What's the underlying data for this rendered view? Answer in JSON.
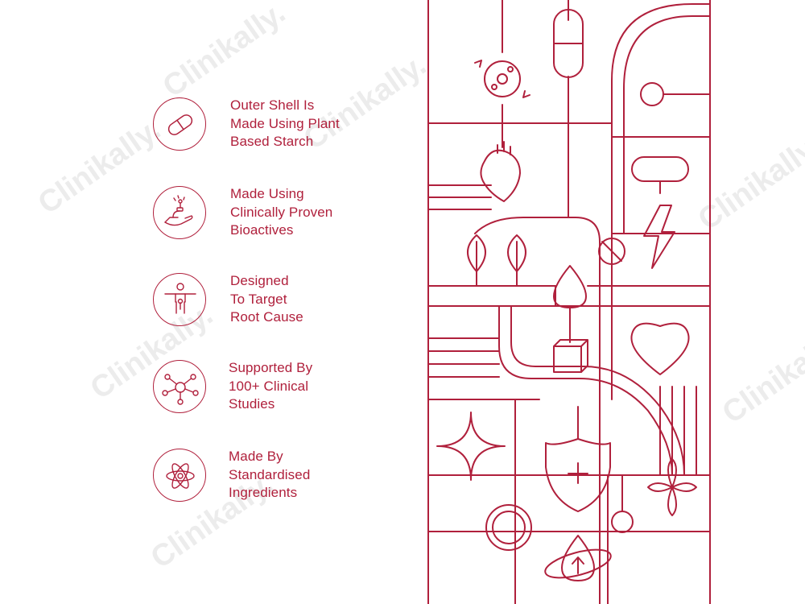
{
  "theme": {
    "accent": "#b0203c",
    "watermark_color": "#ececec"
  },
  "watermark": {
    "text": "Clinikally."
  },
  "features": [
    {
      "icon": "capsule-icon",
      "lines": [
        "Outer Shell Is",
        "Made Using Plant",
        "Based Starch"
      ]
    },
    {
      "icon": "microscope-hand-icon",
      "lines": [
        "Made Using",
        "Clinically Proven",
        "Bioactives"
      ]
    },
    {
      "icon": "body-target-icon",
      "lines": [
        "Designed",
        "To Target",
        "Root Cause"
      ]
    },
    {
      "icon": "molecule-network-icon",
      "lines": [
        "Supported By",
        "100+ Clinical",
        "Studies"
      ]
    },
    {
      "icon": "atom-icon",
      "lines": [
        "Made By",
        "Standardised",
        "Ingredients"
      ]
    }
  ],
  "illustration": {
    "icons": [
      "cycle-molecule-icon",
      "capsule-icon",
      "heart-organ-icon",
      "pill-icon",
      "leaf-icon",
      "no-sign-icon",
      "lightning-icon",
      "drop-icon",
      "cube-icon",
      "heart-icon",
      "sparkle-icon",
      "shield-plus-icon",
      "flower-icon",
      "gear-circle-icon",
      "orbit-arrow-icon"
    ]
  }
}
